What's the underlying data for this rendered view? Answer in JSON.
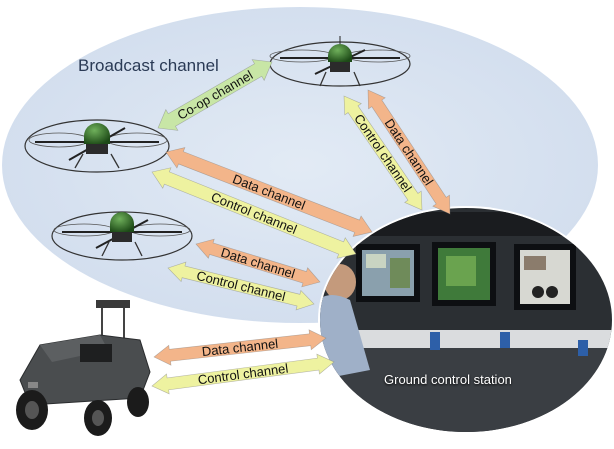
{
  "broadcast_label": "Broadcast channel",
  "ground_station_label": "Ground control station",
  "links": [
    {
      "label": "Co-op channel",
      "type": "coop"
    },
    {
      "label": "Data channel",
      "type": "data"
    },
    {
      "label": "Control channel",
      "type": "control"
    },
    {
      "label": "Data channel",
      "type": "data"
    },
    {
      "label": "Control channel",
      "type": "control"
    },
    {
      "label": "Data channel",
      "type": "data"
    },
    {
      "label": "Control channel",
      "type": "control"
    },
    {
      "label": "Data channel",
      "type": "data"
    },
    {
      "label": "Control channel",
      "type": "control"
    }
  ],
  "nodes": [
    "quadrotor-top",
    "quadrotor-left",
    "quadrotor-middle",
    "ground-robot",
    "ground-control-station"
  ],
  "colors": {
    "broadcast_ellipse": "#d9e4f1",
    "data_arrow": "#f3b58a",
    "control_arrow": "#eef2a0",
    "coop_arrow": "#c8e6a6"
  }
}
